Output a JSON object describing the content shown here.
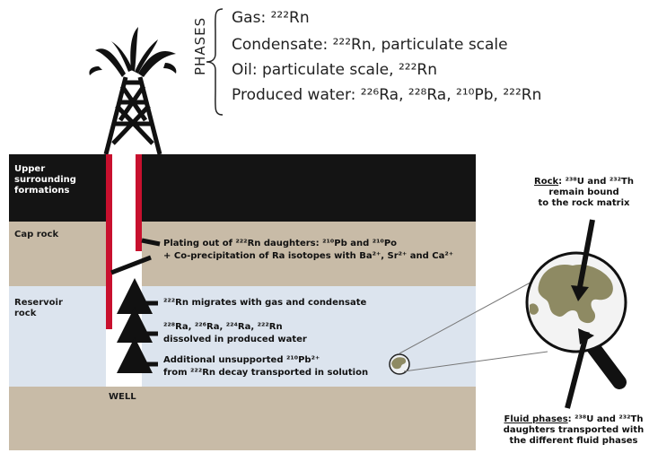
{
  "phases": {
    "title": "PHASES",
    "gas": "Gas: ²²²Rn",
    "condensate": "Condensate: ²²²Rn, particulate scale",
    "oil": "Oil: particulate scale, ²²²Rn",
    "water": "Produced water: ²²⁶Ra, ²²⁸Ra, ²¹⁰Pb, ²²²Rn"
  },
  "strata": {
    "upper": "Upper surrounding formations",
    "cap": "Cap rock",
    "reservoir": "Reservoir rock"
  },
  "well": {
    "label": "WELL"
  },
  "annotations": {
    "plating_line1": "Plating out of ²²²Rn daughters: ²¹⁰Pb and ²¹⁰Po",
    "plating_line2": "+ Co-precipitation of Ra isotopes with Ba²⁺, Sr²⁺ and Ca²⁺",
    "migrates": "²²²Rn migrates with gas and condensate",
    "dissolved_line1": "²²⁸Ra, ²²⁶Ra, ²²⁴Ra, ²²²Rn",
    "dissolved_line2": "dissolved in produced water",
    "unsupported_line1": "Additional unsupported ²¹⁰Pb²⁺",
    "unsupported_line2": "from ²²²Rn decay transported in solution"
  },
  "rock_note": {
    "heading": "Rock",
    "text_line1": ": ²³⁸U and ²³²Th",
    "text_line2": "remain bound",
    "text_line3": "to the rock matrix"
  },
  "fluid_note": {
    "heading": "Fluid phases",
    "text_line1": ": ²³⁸U and ²³²Th",
    "text_line2": "daughters transported with",
    "text_line3": "the different fluid phases"
  },
  "colors": {
    "upper_formation": "#141414",
    "cap_rock": "#c8bba7",
    "reservoir": "#dce4ee",
    "casing": "#c8102e",
    "grain": "#8e8a63"
  }
}
